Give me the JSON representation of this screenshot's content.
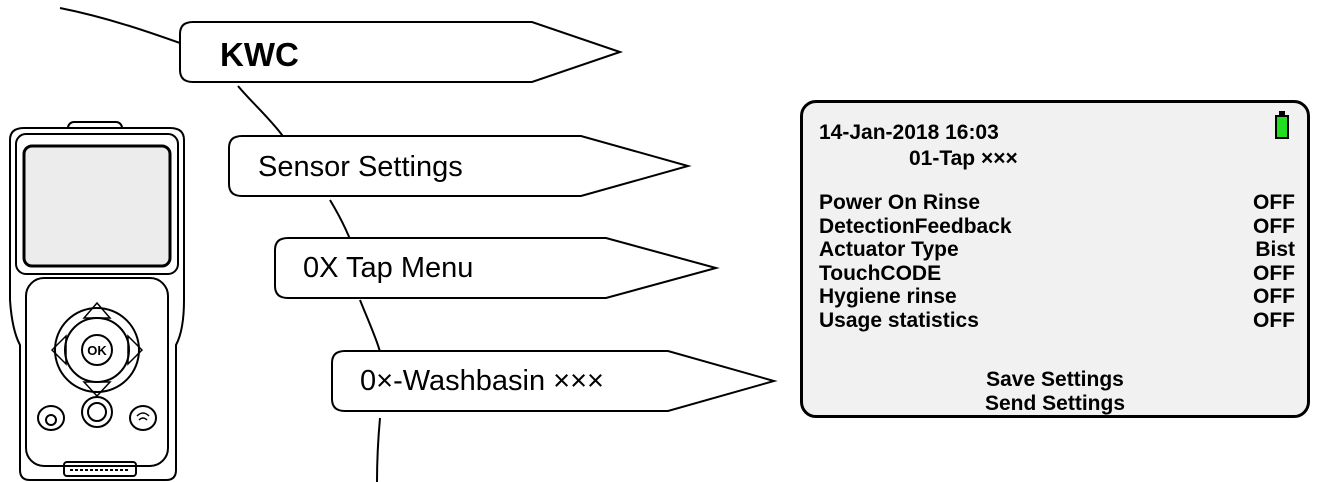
{
  "menu_tags": [
    {
      "label": "KWC"
    },
    {
      "label": "Sensor Settings"
    },
    {
      "label": "0X Tap Menu"
    },
    {
      "label": "0×-Washbasin ×××"
    }
  ],
  "screen": {
    "datetime": "14-Jan-2018 16:03",
    "subtitle": "01-Tap ×××",
    "settings": [
      {
        "label": "Power On Rinse",
        "value": "OFF"
      },
      {
        "label": "DetectionFeedback",
        "value": "OFF"
      },
      {
        "label": "Actuator Type",
        "value": "Bist"
      },
      {
        "label": "TouchCODE",
        "value": "OFF"
      },
      {
        "label": "Hygiene rinse",
        "value": "OFF"
      },
      {
        "label": "Usage statistics",
        "value": "OFF"
      }
    ],
    "actions": {
      "save": "Save Settings",
      "send": "Send Settings"
    },
    "battery_color": "#22dd22"
  },
  "device": {
    "ok_button_label": "OK"
  }
}
